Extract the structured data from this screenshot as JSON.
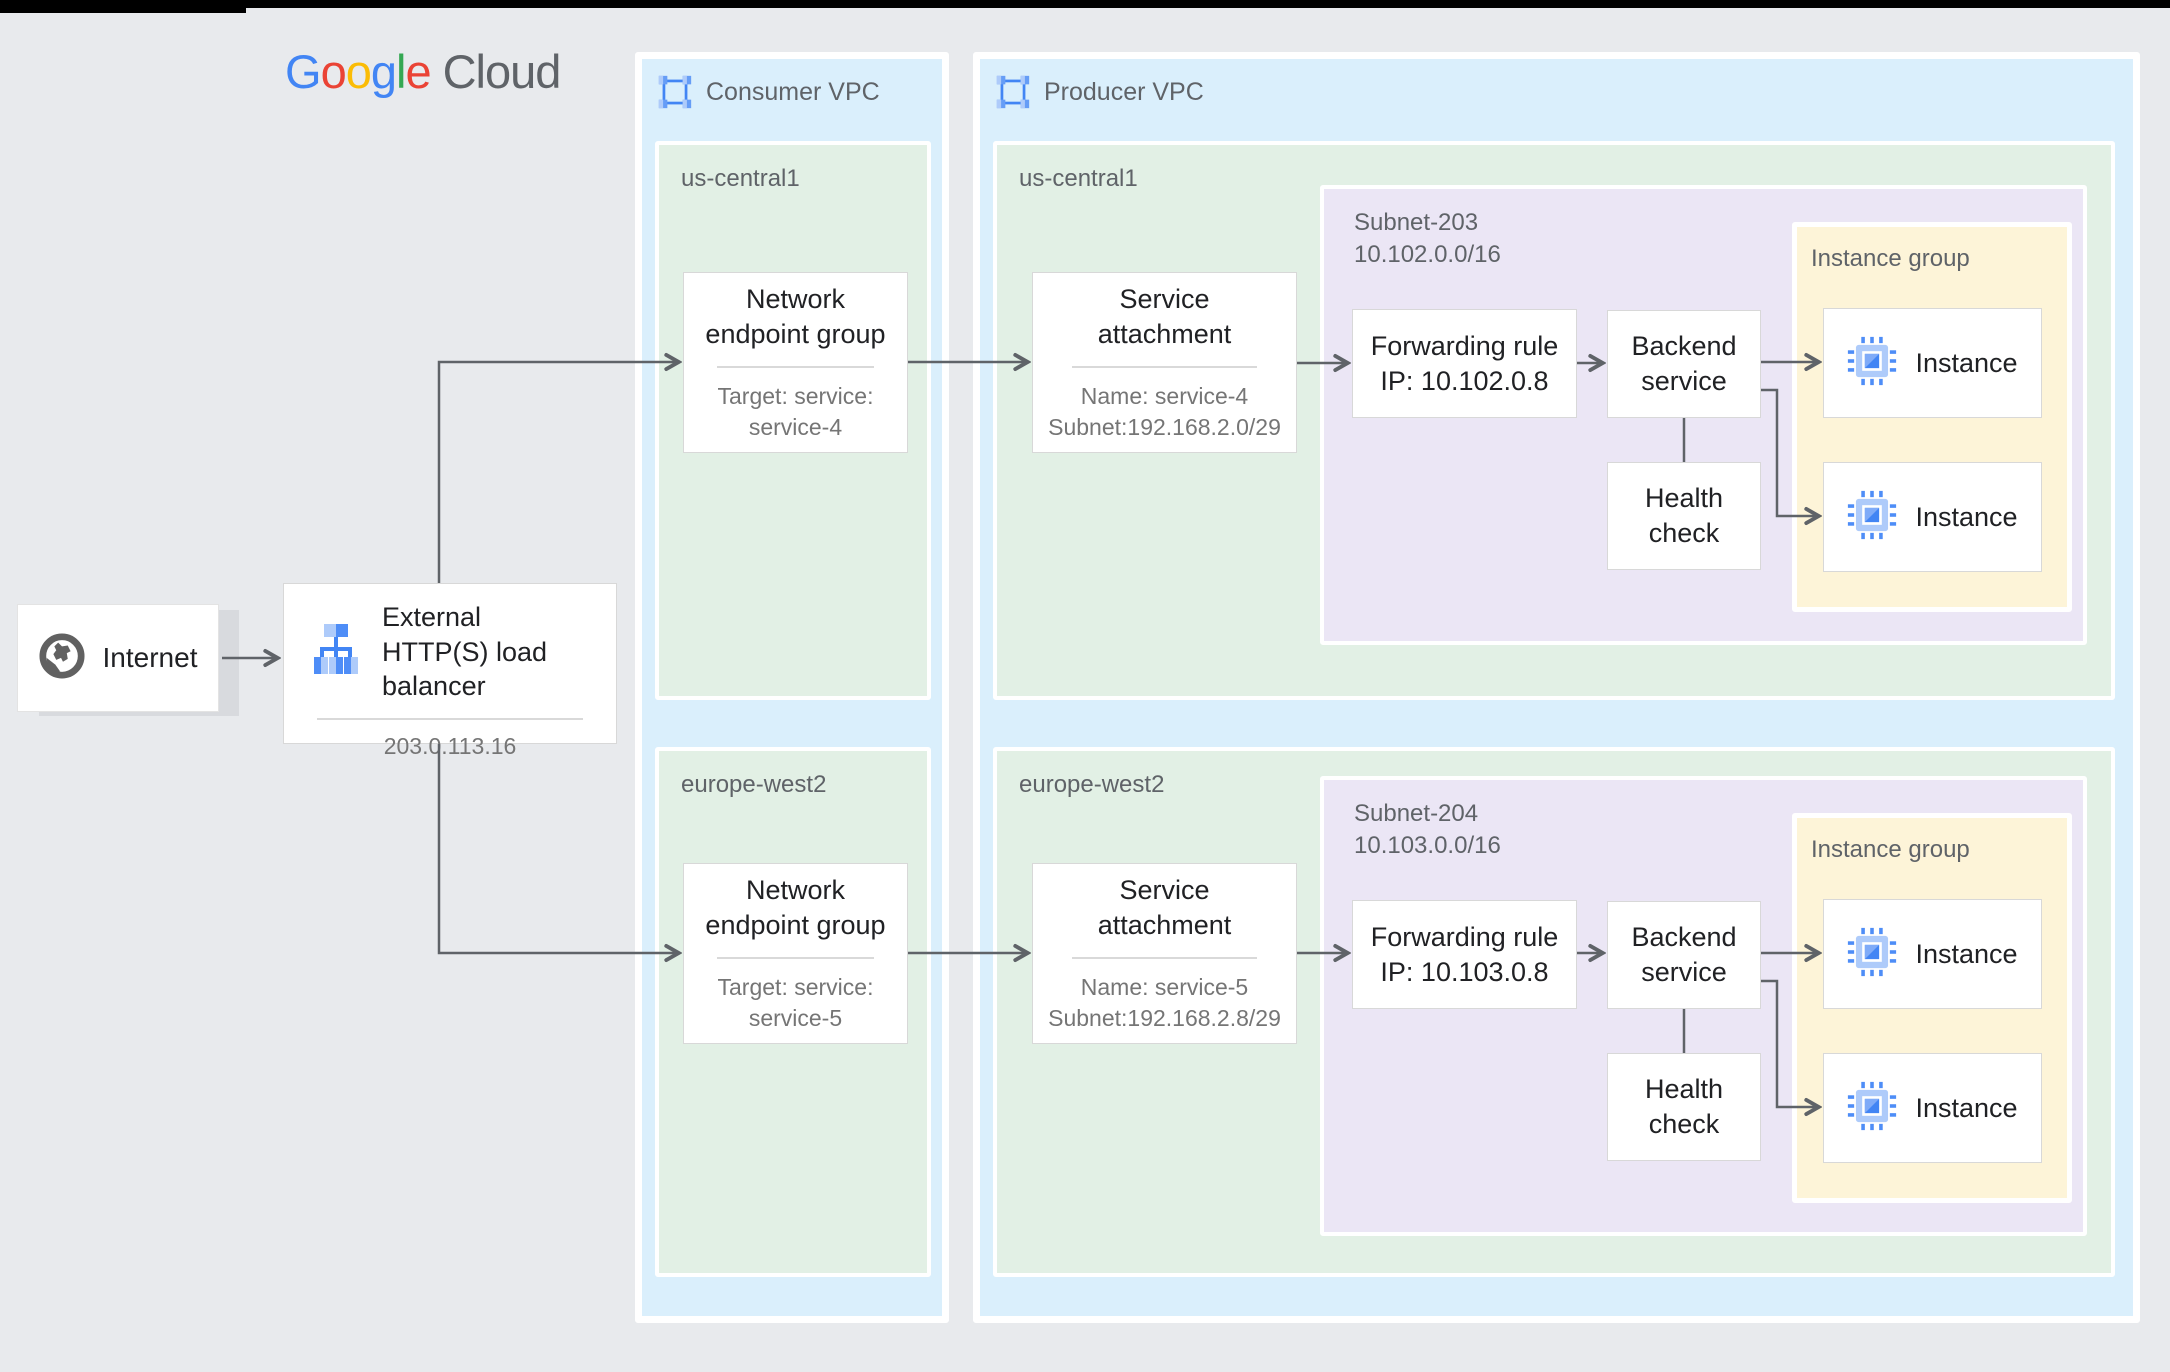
{
  "logo": {
    "letters": [
      {
        "ch": "G",
        "color": "#4285F4"
      },
      {
        "ch": "o",
        "color": "#EA4335"
      },
      {
        "ch": "o",
        "color": "#FBBC05"
      },
      {
        "ch": "g",
        "color": "#4285F4"
      },
      {
        "ch": "l",
        "color": "#34A853"
      },
      {
        "ch": "e",
        "color": "#EA4335"
      }
    ],
    "suffix": "Cloud"
  },
  "internet": {
    "label": "Internet"
  },
  "load_balancer": {
    "title": "External HTTP(S) load balancer",
    "ip": "203.0.113.16"
  },
  "consumer_vpc": {
    "label": "Consumer VPC",
    "regions": [
      {
        "name": "us-central1",
        "neg": {
          "title": "Network endpoint group",
          "target_line1": "Target: service:",
          "target_line2": "service-4"
        }
      },
      {
        "name": "europe-west2",
        "neg": {
          "title": "Network endpoint group",
          "target_line1": "Target: service:",
          "target_line2": "service-5"
        }
      }
    ]
  },
  "producer_vpc": {
    "label": "Producer VPC",
    "regions": [
      {
        "name": "us-central1",
        "service_attachment": {
          "title": "Service attachment",
          "name": "Name: service-4",
          "subnet": "Subnet:192.168.2.0/29"
        },
        "subnet": {
          "name": "Subnet-203",
          "cidr": "10.102.0.0/16",
          "forwarding_rule": {
            "line1": "Forwarding rule",
            "line2": "IP: 10.102.0.8"
          },
          "backend_service": "Backend service",
          "health_check": "Health check",
          "instance_group": {
            "label": "Instance group",
            "instances": [
              "Instance",
              "Instance"
            ]
          }
        }
      },
      {
        "name": "europe-west2",
        "service_attachment": {
          "title": "Service attachment",
          "name": "Name: service-5",
          "subnet": "Subnet:192.168.2.8/29"
        },
        "subnet": {
          "name": "Subnet-204",
          "cidr": "10.103.0.0/16",
          "forwarding_rule": {
            "line1": "Forwarding rule",
            "line2": "IP: 10.103.0.8"
          },
          "backend_service": "Backend service",
          "health_check": "Health check",
          "instance_group": {
            "label": "Instance group",
            "instances": [
              "Instance",
              "Instance"
            ]
          }
        }
      }
    ]
  },
  "colors": {
    "background": "#e8eaed",
    "vpc_fill": "#daeffc",
    "region_fill": "#e2f0e5",
    "subnet_fill": "#ebe6f5",
    "instance_group_fill": "#fdf4d8",
    "box_border": "#d8d8d8",
    "connector": "#5f6368",
    "text_dark": "#202124",
    "text_gray": "#757575",
    "label_gray": "#5f6368",
    "divider": "#d9d9d9",
    "shadow": "#d8dade"
  }
}
